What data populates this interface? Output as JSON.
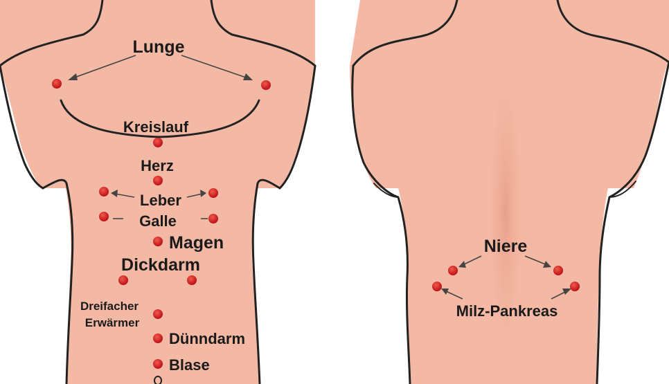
{
  "colors": {
    "skin": "#f4b9a4",
    "skin_shadow": "#e79c85",
    "outline": "#222222",
    "point": "#d4191b",
    "point_highlight": "#f05a4a",
    "label": "#1a1a1a"
  },
  "front": {
    "lunge": "Lunge",
    "kreislauf": "Kreislauf",
    "herz": "Herz",
    "leber": "Leber",
    "galle": "Galle",
    "magen": "Magen",
    "dickdarm": "Dickdarm",
    "dreifacher_1": "Dreifacher",
    "dreifacher_2": "Erwärmer",
    "duenndarm": "Dünndarm",
    "blase": "Blase"
  },
  "back": {
    "niere": "Niere",
    "milz_pankreas": "Milz-Pankreas"
  }
}
